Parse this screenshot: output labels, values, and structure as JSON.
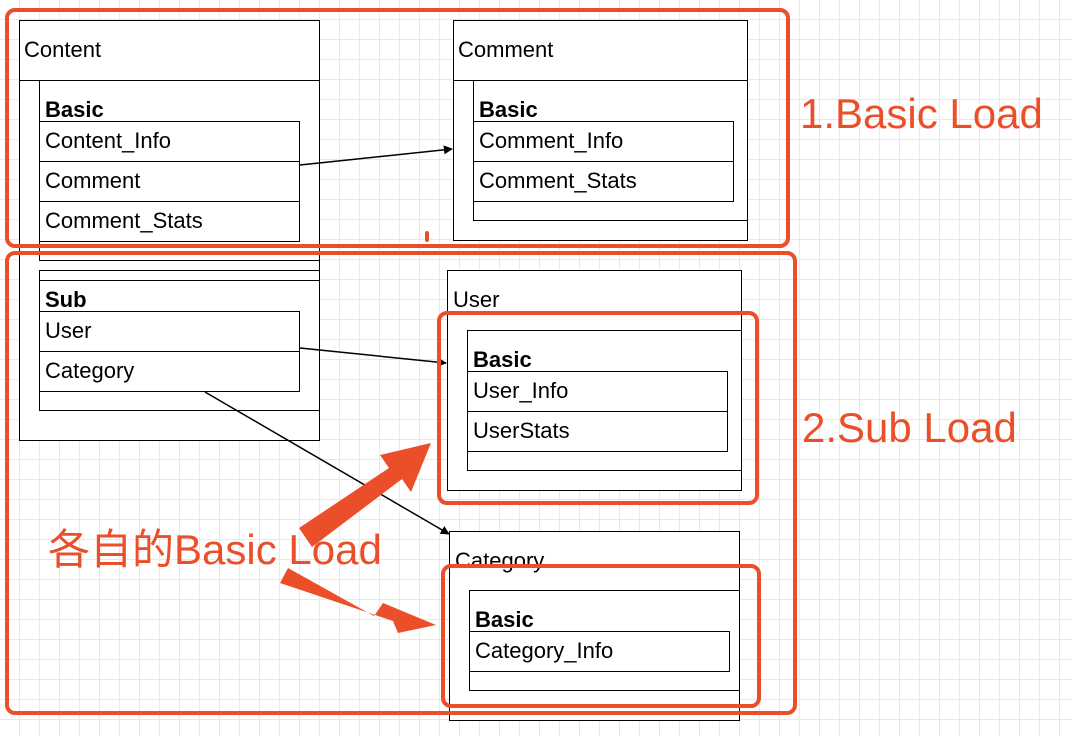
{
  "colors": {
    "accent": "#ea4f2a",
    "line": "#000000",
    "grid": "#e9e9e9"
  },
  "content": {
    "title": "Content",
    "basic": {
      "header": "Basic",
      "rows": [
        "Content_Info",
        "Comment",
        "Comment_Stats"
      ]
    },
    "sub": {
      "header": "Sub",
      "rows": [
        "User",
        "Category"
      ]
    }
  },
  "comment": {
    "title": "Comment",
    "basic": {
      "header": "Basic",
      "rows": [
        "Comment_Info",
        "Comment_Stats"
      ]
    }
  },
  "user": {
    "title": "User",
    "basic": {
      "header": "Basic",
      "rows": [
        "User_Info",
        "UserStats"
      ]
    }
  },
  "category": {
    "title": "Category",
    "basic": {
      "header": "Basic",
      "rows": [
        "Category_Info"
      ]
    }
  },
  "annotations": {
    "basic_load": "1.Basic Load",
    "sub_load": "2.Sub Load",
    "each_basic_load": "各自的Basic Load"
  }
}
